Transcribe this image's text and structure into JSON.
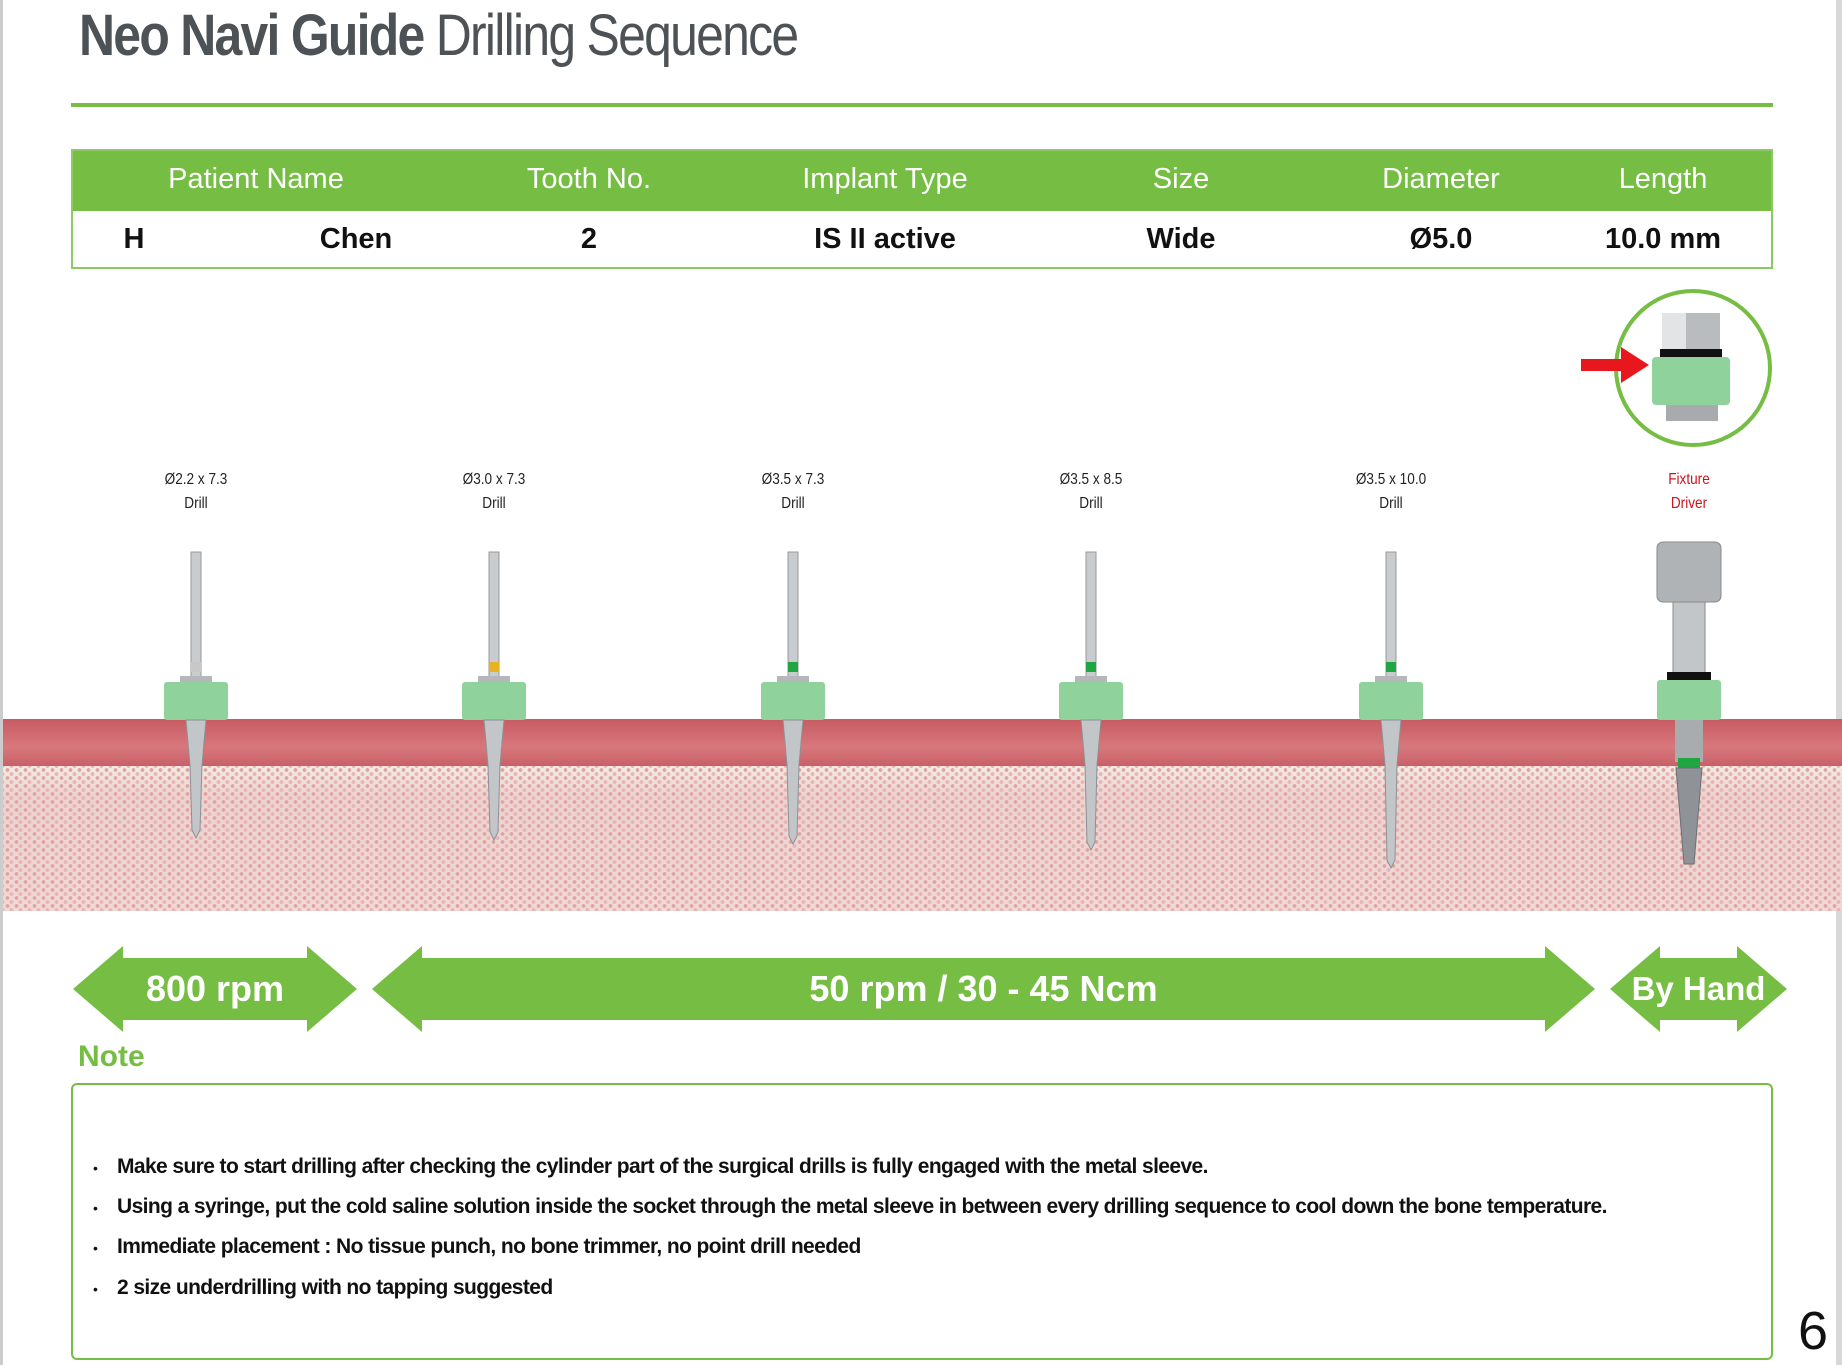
{
  "title": {
    "bold": "Neo Navi Guide",
    "light": "Drilling Sequence"
  },
  "table": {
    "headers": [
      "Patient Name",
      "Tooth No.",
      "Implant Type",
      "Size",
      "Diameter",
      "Length"
    ],
    "row": {
      "first_name": "H",
      "last_name": "Chen",
      "tooth": "2",
      "implant_type": "IS II active",
      "size": "Wide",
      "diameter": "Ø5.0",
      "length": "10.0 mm"
    }
  },
  "tools": [
    {
      "spec": "Ø2.2 x 7.3",
      "name": "Drill",
      "band": "#c8c8c8"
    },
    {
      "spec": "Ø3.0 x 7.3",
      "name": "Drill",
      "band": "#e6b422"
    },
    {
      "spec": "Ø3.5 x 7.3",
      "name": "Drill",
      "band": "#1fa541"
    },
    {
      "spec": "Ø3.5 x 8.5",
      "name": "Drill",
      "band": "#1fa541"
    },
    {
      "spec": "Ø3.5 x 10.0",
      "name": "Drill",
      "band": "#1fa541"
    },
    {
      "spec": "Fixture",
      "name": "Driver",
      "band": "#1fa541"
    }
  ],
  "speeds": [
    "800 rpm",
    "50 rpm / 30 - 45 Ncm",
    "By Hand"
  ],
  "note": {
    "heading": "Note",
    "items": [
      "Make sure to start drilling after checking the cylinder part of the surgical drills is fully engaged with the metal sleeve.",
      "Using a syringe, put the cold saline solution inside the socket through the metal sleeve in between every drilling sequence to cool down the bone temperature.",
      "Immediate placement : No tissue punch, no bone trimmer, no point drill needed",
      "2 size underdrilling with no tapping suggested"
    ]
  },
  "page_number": "6",
  "colors": {
    "brand_green": "#76bd43",
    "sleeve_green": "#8fd29b",
    "label_red": "#c8161d"
  }
}
